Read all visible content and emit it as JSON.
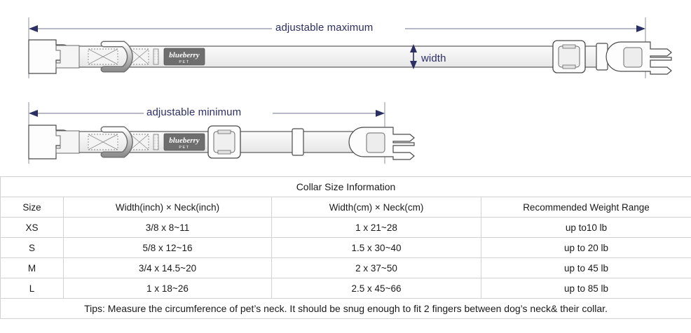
{
  "diagram": {
    "max_label": "adjustable maximum",
    "min_label": "adjustable minimum",
    "width_label": "width",
    "brand_name": "blueberry",
    "brand_sub": "PET",
    "accent_color": "#2b2f63",
    "strap_color": "#f2f2f2",
    "label_color": "#6e6e6e"
  },
  "table": {
    "title": "Collar Size Information",
    "headers": [
      "Size",
      "Width(inch)  ×  Neck(inch)",
      "Width(cm)  ×  Neck(cm)",
      "Recommended Weight Range"
    ],
    "rows": [
      {
        "size": "XS",
        "inch": "3/8 x 8~11",
        "cm": "1 x 21~28",
        "weight": "up to10 lb"
      },
      {
        "size": "S",
        "inch": "5/8 x 12~16",
        "cm": "1.5 x 30~40",
        "weight": "up to 20 lb"
      },
      {
        "size": "M",
        "inch": "3/4 x 14.5~20",
        "cm": "2 x 37~50",
        "weight": "up to 45 lb"
      },
      {
        "size": "L",
        "inch": "1 x 18~26",
        "cm": "2.5 x 45~66",
        "weight": "up to 85 lb"
      }
    ],
    "tips": "Tips: Measure the circumference of pet’s neck. It should be snug enough to fit 2 fingers between dog’s neck& their collar."
  }
}
